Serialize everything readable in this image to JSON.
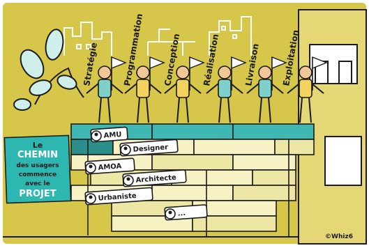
{
  "colors": {
    "background": "#D6C64A",
    "frame": "#FFFFFF",
    "teal": "#3FB7B3",
    "teal_dark": "#2B8F8B",
    "brick_light": "#F6F2C4",
    "brick_mid": "#EDE7A6",
    "ink": "#1B1B1B",
    "leaf": "#CFEFEA",
    "title_panel": "#2EB6B1",
    "person_skin": "#F3C899",
    "shirt_yellow": "#F3D35E",
    "shirt_teal": "#7FD0C8"
  },
  "phases": [
    {
      "label": "Stratégie"
    },
    {
      "label": "Programmation"
    },
    {
      "label": "Conception"
    },
    {
      "label": "Réalisation"
    },
    {
      "label": "Livraison"
    },
    {
      "label": "Exploitation"
    }
  ],
  "title": {
    "line1": "Le",
    "line2": "CHEMIN",
    "line3": "des usagers",
    "line4": "commence",
    "line5": "avec le",
    "line6": "PROJET"
  },
  "tags": [
    {
      "label": "AMU"
    },
    {
      "label": "Designer"
    },
    {
      "label": "AMOA"
    },
    {
      "label": "Architecte"
    },
    {
      "label": "Urbaniste"
    },
    {
      "label": "..."
    }
  ],
  "signature": "©Whiz6"
}
